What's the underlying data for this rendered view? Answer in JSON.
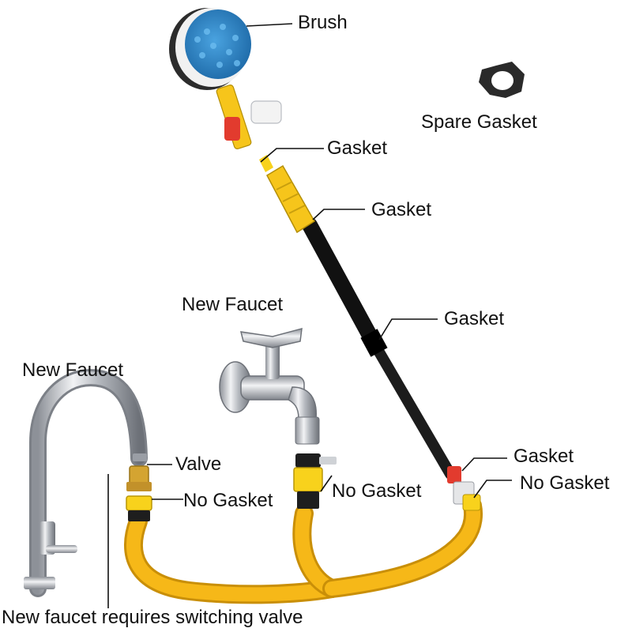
{
  "labels": {
    "brush": "Brush",
    "spare_gasket": "Spare Gasket",
    "gasket_nozzle": "Gasket",
    "gasket_handle_top": "Gasket",
    "gasket_pole_mid": "Gasket",
    "new_faucet_wall": "New Faucet",
    "new_faucet_sink": "New Faucet",
    "valve": "Valve",
    "no_gasket_sink": "No Gasket",
    "no_gasket_wall": "No Gasket",
    "gasket_pole_bottom": "Gasket",
    "no_gasket_pole_bottom": "No Gasket",
    "footer_note": "New faucet requires switching valve"
  },
  "colors": {
    "hose": "#f6b818",
    "connector": "#f8d21c",
    "pole": "#1c1c1c",
    "brush_bristles": "#2e86c8",
    "chrome": "#c9ccd1",
    "red_switch": "#e23b2e",
    "gasket_ring": "#2a2a2a"
  }
}
